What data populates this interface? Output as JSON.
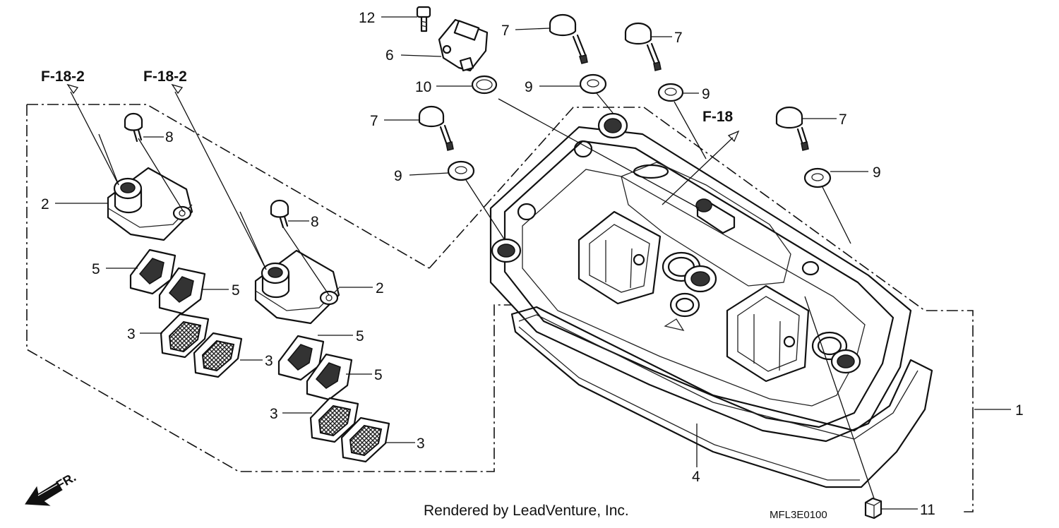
{
  "diagram": {
    "ref_labels": {
      "left_a": "F-18-2",
      "left_b": "F-18-2",
      "right": "F-18"
    },
    "callouts": {
      "c1": "1",
      "c2a": "2",
      "c2b": "2",
      "c3a": "3",
      "c3b": "3",
      "c3c": "3",
      "c3d": "3",
      "c4": "4",
      "c5a": "5",
      "c5b": "5",
      "c5c": "5",
      "c5d": "5",
      "c6": "6",
      "c7a": "7",
      "c7b": "7",
      "c7c": "7",
      "c7d": "7",
      "c8a": "8",
      "c8b": "8",
      "c9a": "9",
      "c9b": "9",
      "c9c": "9",
      "c9d": "9",
      "c10": "10",
      "c11": "11",
      "c12": "12"
    },
    "front_indicator": "FR.",
    "credit": "Rendered by LeadVenture, Inc.",
    "code": "MFL3E0100"
  }
}
